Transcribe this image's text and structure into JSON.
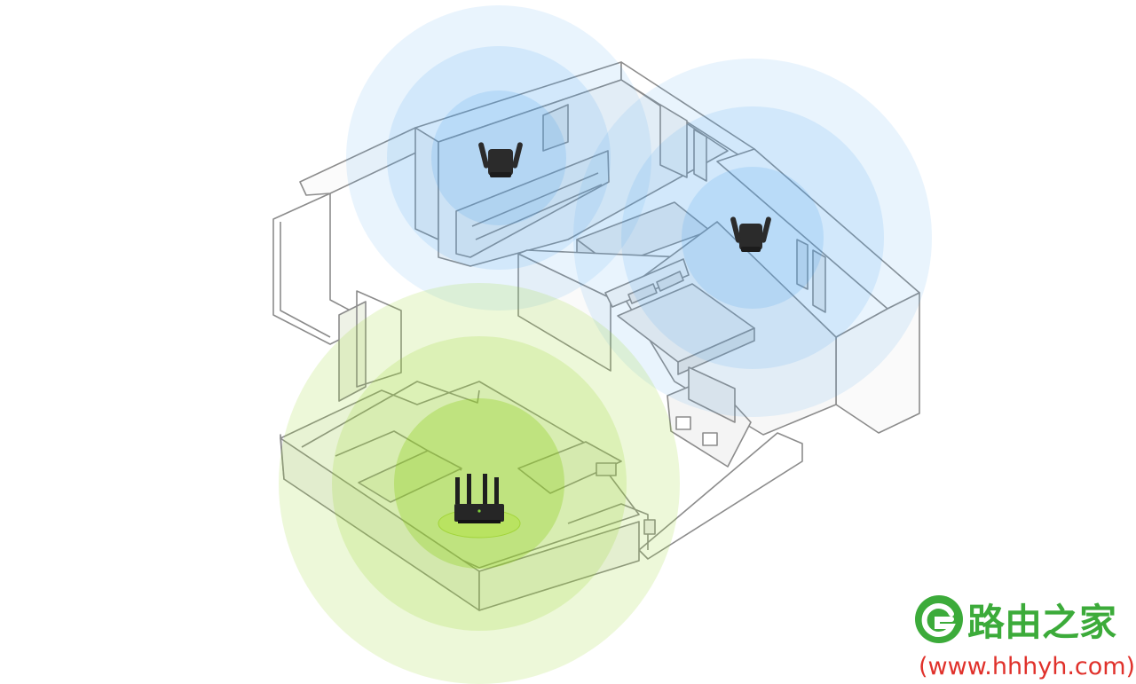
{
  "colors": {
    "background": "#ffffff",
    "wall_stroke": "#8c8c8c",
    "wall_fill": "#ffffff",
    "floor_fill": "#f4f4f4",
    "mesh_signal": "#4aa3f0",
    "router_signal": "#9bd62c",
    "device_body": "#2b2b2b",
    "watermark_green": "#3cab3a",
    "watermark_red": "#e0312b"
  },
  "devices": [
    {
      "kind": "mesh-extender",
      "icon": "wifi-extender-icon",
      "room": "living-room"
    },
    {
      "kind": "mesh-extender",
      "icon": "wifi-extender-icon",
      "room": "bedroom"
    },
    {
      "kind": "main-router",
      "icon": "router-icon",
      "room": "entrance-area"
    }
  ],
  "watermark": {
    "brand": "路由之家",
    "url": "(www.hhhyh.com)"
  }
}
